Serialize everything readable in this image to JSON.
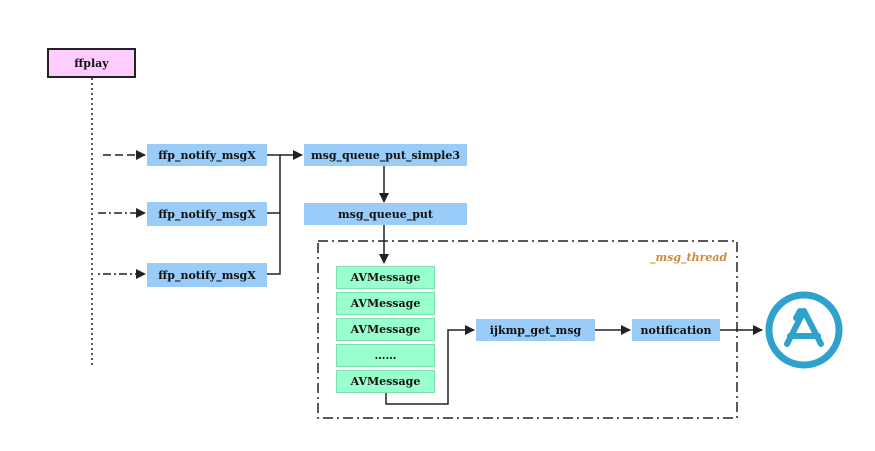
{
  "nodes": {
    "ffplay": "ffplay",
    "notify": [
      "ffp_notify_msgX",
      "ffp_notify_msgX",
      "ffp_notify_msgX"
    ],
    "queue_put_simple3": "msg_queue_put_simple3",
    "queue_put": "msg_queue_put",
    "messages": [
      "AVMessage",
      "AVMessage",
      "AVMessage",
      "……",
      "AVMessage"
    ],
    "get_msg": "ijkmp_get_msg",
    "notification": "notification"
  },
  "thread_label": "_msg_thread",
  "icons": {
    "app": "app-store-icon"
  },
  "colors": {
    "blue": "#99ccf8",
    "green": "#99ffcc",
    "pink": "#ffccff",
    "icon": "#2fa2cc",
    "thread_label": "#cc8a3c"
  }
}
